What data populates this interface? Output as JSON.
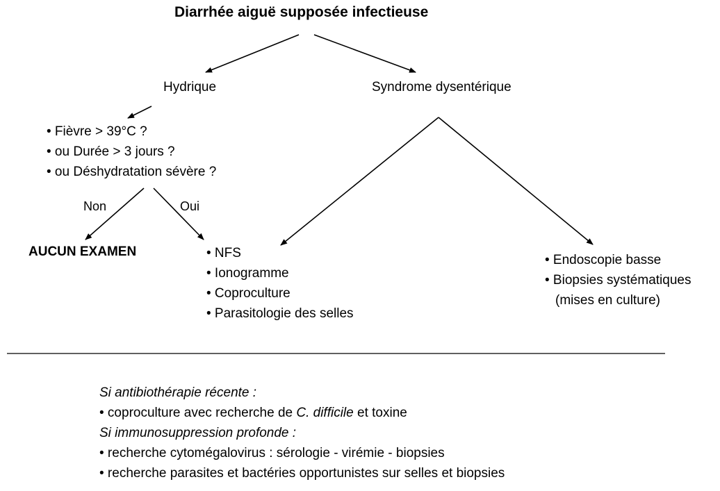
{
  "title": "Diarrhée aiguë supposée infectieuse",
  "branches": {
    "left": "Hydrique",
    "right": "Syndrome dysentérique"
  },
  "criteria": [
    "• Fièvre > 39°C ?",
    "• ou Durée > 3 jours ?",
    "• ou Déshydratation sévère ?"
  ],
  "edges": {
    "no": "Non",
    "yes": "Oui"
  },
  "outcome_no": "AUCUN EXAMEN",
  "exams_middle": [
    "• NFS",
    "• Ionogramme",
    "• Coproculture",
    "• Parasitologie des selles"
  ],
  "exams_right": [
    "• Endoscopie basse",
    "• Biopsies systématiques",
    "(mises en culture)"
  ],
  "notes": {
    "antibio_heading": "Si antibiothérapie récente :",
    "antibio_item_prefix": "• coproculture avec recherche de ",
    "antibio_item_italic": "C. difficile",
    "antibio_item_suffix": " et toxine",
    "immuno_heading": "Si immunosuppression profonde :",
    "immuno_items": [
      "• recherche cytomégalovirus : sérologie - virémie - biopsies",
      "• recherche parasites et bactéries opportunistes sur selles et biopsies"
    ]
  }
}
